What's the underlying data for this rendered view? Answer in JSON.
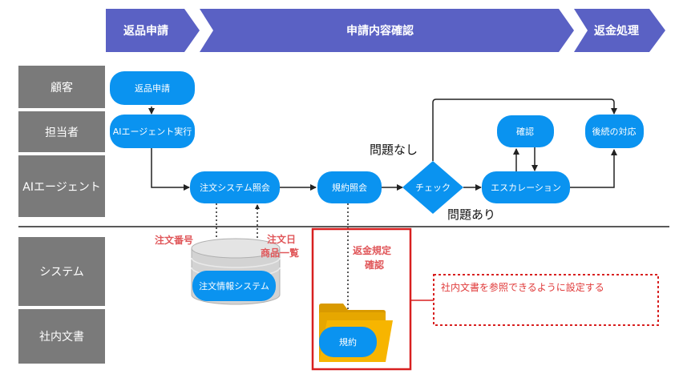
{
  "phases": [
    "返品申請",
    "申請内容確認",
    "返金処理"
  ],
  "lanes": [
    "顧客",
    "担当者",
    "AIエージェント",
    "システム",
    "社内文書"
  ],
  "nodes": {
    "return_request": "返品申請",
    "ai_agent_exec": "AIエージェント実行",
    "order_system_query": "注文システム照会",
    "policy_query": "規約照会",
    "check": "チェック",
    "escalation": "エスカレーション",
    "confirm": "確認",
    "followup": "後続の対応",
    "order_info_system": "注文情報システム",
    "policy_doc": "規約"
  },
  "labels": {
    "no_problem": "問題なし",
    "has_problem": "問題あり",
    "order_number": "注文番号",
    "order_date": "注文日",
    "product_list": "商品一覧",
    "refund_rule": "返金規定",
    "refund_rule_confirm": "確認"
  },
  "note": "社内文書を参照できるように設定する",
  "colors": {
    "phase": "#5a61c4",
    "lane_label": "#7a7a7a",
    "node": "#0a93f0",
    "database": "#d0d0d0",
    "folder": "#f7b500",
    "highlight_border": "#d82020",
    "accent_text": "#e0575a"
  }
}
